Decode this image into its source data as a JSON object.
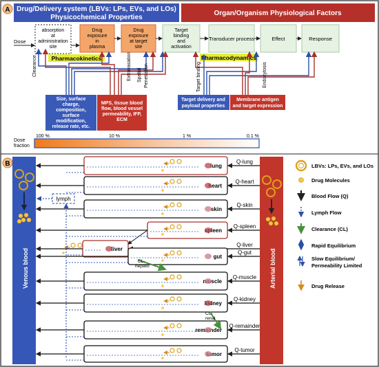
{
  "panel_a": {
    "label": "A",
    "header_left_line1": "Drug/Delivery system (LBVs: LPs, EVs, and LOs)",
    "header_left_line2": "Physicochemical Properties",
    "header_right": "Organ/Organism  Physiological Factors",
    "dose": "Dose",
    "absorption": [
      "absorption",
      "at",
      "administration",
      "site"
    ],
    "drug_plasma": [
      "Drug",
      "exposure",
      "in",
      "plasma"
    ],
    "drug_target": [
      "Drug",
      "exposure",
      "at target",
      "site"
    ],
    "target_binding": [
      "Target",
      "binding",
      "and",
      "activation"
    ],
    "transducer": "Transducer process",
    "effect": "Effect",
    "response": "Response",
    "pharmacokinetics": "Pharmacokinetics",
    "pharmacodynamics": "Pharmacodynamics",
    "clearance": "Clearance",
    "extravasation": "Extravasation",
    "spatial": "Spatial",
    "penetration": "Penetration",
    "target_binding_rot": "Target binding",
    "endocytosis": "Endocytosis",
    "box_size": [
      "Size, surface",
      "charge,",
      "composition,",
      "surface",
      "modification,",
      "release rate, etc."
    ],
    "box_mps": [
      "MPS, tissue blood",
      "flow, blood vessel",
      "permeability, IFP,",
      "ECM"
    ],
    "box_target": [
      "Target delivery and",
      "payload properties"
    ],
    "box_membrane": [
      "Membrane antigen",
      "and target expression"
    ],
    "dose_fraction": [
      "Dose",
      "fraction"
    ],
    "dose_ticks": [
      "100 %",
      "10 %",
      "1 %",
      "0.1 %"
    ]
  },
  "panel_b": {
    "label": "B",
    "venous": "Venous blood",
    "arterial": "Arterial blood",
    "lymph": "lymph",
    "organs": [
      "lung",
      "heart",
      "skin",
      "spleen",
      "liver",
      "gut",
      "muscle",
      "kidney",
      "remainder",
      "tumor"
    ],
    "flows": [
      "Q-lung",
      "Q-heart",
      "Q-skin",
      "Q-spleen",
      "Q-liver",
      "Q-gut",
      "Q-muscle",
      "Q-kidney",
      "Q-remainder",
      "Q-tumor"
    ],
    "cl_hepatic": [
      "CL-",
      "hepatic"
    ],
    "cl_renal": [
      "CL-",
      "renal"
    ],
    "legend": [
      {
        "text": "LBVs: LPs, EVs, and LOs",
        "icon": "lbv-icon"
      },
      {
        "text": "Drug Molecules",
        "icon": "drug-molecule-icon"
      },
      {
        "text": "Blood Flow (Q)",
        "icon": "blood-flow-arrow-icon"
      },
      {
        "text": "Lymph Flow",
        "icon": "lymph-flow-arrow-icon"
      },
      {
        "text": "Clearance (CL)",
        "icon": "clearance-arrow-icon"
      },
      {
        "text": "Rapid Equilibrium",
        "icon": "rapid-equilibrium-icon"
      },
      {
        "text": [
          "Slow Equilibrium/",
          "Permeability Limited"
        ],
        "icon": "slow-equilibrium-icon"
      },
      {
        "text": "Drug Release",
        "icon": "drug-release-icon"
      }
    ]
  },
  "colors": {
    "blue_header": "#3a55b5",
    "red_header": "#b5302a",
    "orange_box": "#f3a66a",
    "orange_box_border": "#d8653a",
    "green_box": "#e6f3e3",
    "pk_yellow": "#e6ee3a",
    "venous": "#3457b8",
    "arterial": "#c2352b",
    "liver_red": "#a8302a",
    "gold": "#d9a21c",
    "green_arrow": "#4b8f3e"
  }
}
